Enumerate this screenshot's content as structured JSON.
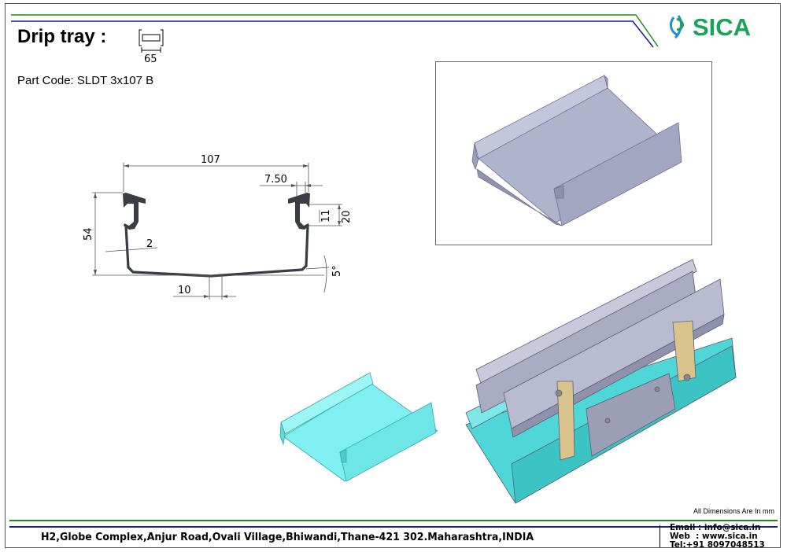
{
  "header": {
    "title": "Drip tray :",
    "icon_dimension": "65",
    "part_code": "Part Code: SLDT 3x107 B",
    "logo_text": "SICA"
  },
  "drawing": {
    "width": "107",
    "height": "54",
    "lip_offset": "7.50",
    "slot_inner": "11",
    "slot_outer": "20",
    "thickness": "2",
    "center_flat": "10",
    "floor_angle": "5°"
  },
  "footer": {
    "dimension_note": "All Dimensions Are In mm",
    "address": "H2,Globe Complex,Anjur Road,Ovali Village,Bhiwandi,Thane-421 302.Maharashtra,INDIA",
    "email": "Email : info@sica.in",
    "web": "Web  : www.sica.in",
    "tel": "Tel:+91 8097048513"
  },
  "colors": {
    "green_line": "#1f8a1f",
    "blue_line": "#1a1a9a",
    "logo_green": "#1aa35a",
    "logo_blue": "#1c8fd6",
    "tray_gray": "#a9acc6",
    "tray_cyan": "#5fe3e3"
  }
}
